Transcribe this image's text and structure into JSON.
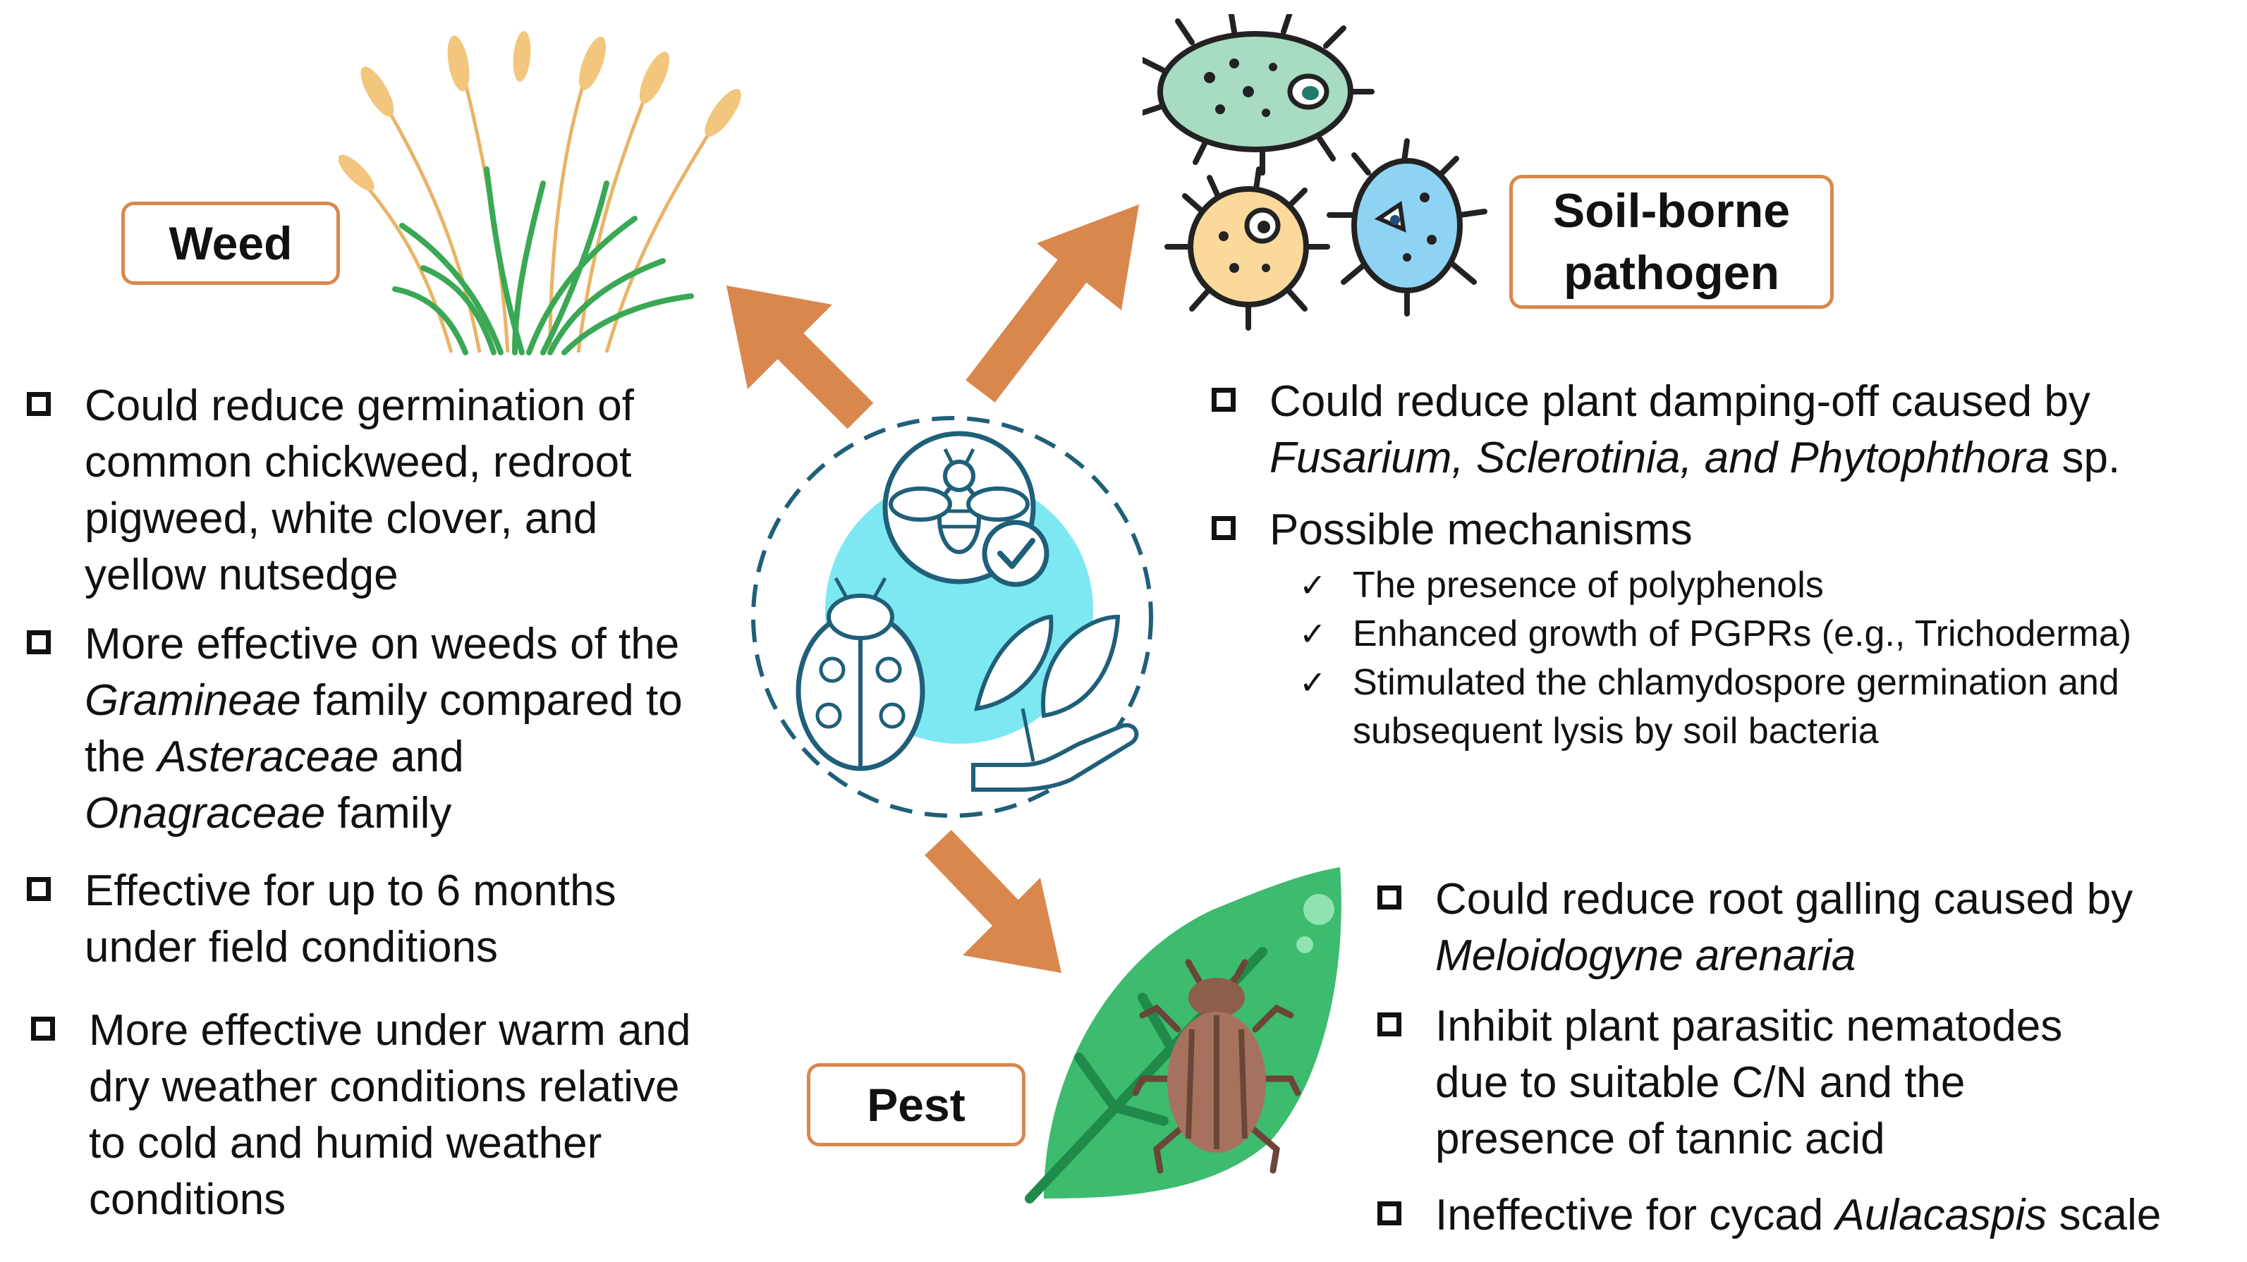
{
  "weed": {
    "label": "Weed",
    "items": [
      {
        "a": "Could reduce germination of common chickweed, redroot pigweed, white clover, and yellow nutsedge"
      },
      {
        "a": "More effective on weeds of the ",
        "i1": "Gramineae",
        "b": " family compared to the ",
        "i2": "Asteraceae",
        "c": " and ",
        "i3": "Onagraceae",
        "d": " family"
      },
      {
        "a": "Effective for up to 6 months under field conditions"
      },
      {
        "a": "More effective under warm and dry weather conditions relative to cold and humid weather conditions"
      }
    ]
  },
  "pathogen": {
    "label_line1": "Soil-borne",
    "label_line2": "pathogen",
    "item1_a": "Could reduce plant damping-off caused by",
    "item1_i": "Fusarium, Sclerotinia, and Phytophthora",
    "item1_b": " sp.",
    "item2": "Possible mechanisms",
    "mechanisms": [
      "The presence of polyphenols",
      "Enhanced growth of PGPRs (e.g., Trichoderma)",
      "Stimulated the chlamydospore germination and subsequent lysis by soil bacteria"
    ]
  },
  "pest": {
    "label": "Pest",
    "item1_a": "Could reduce root galling caused by",
    "item1_i": "Meloidogyne arenaria",
    "item2": "Inhibit plant parasitic nematodes due to suitable C/N and the presence of tannic acid",
    "item3_a": "Ineffective for cycad ",
    "item3_i": "Aulacaspis",
    "item3_b": " scale"
  },
  "colors": {
    "arrow": "#d9874d",
    "label_border": "#d9874d",
    "icon_blue": "#1f5f7a",
    "icon_fill": "#7ee8f2",
    "leaf_green": "#3dbb6e"
  },
  "icons": {
    "center": "integrated-pest-management-icon",
    "weed": "grass-illustration",
    "pathogen": "bacteria-illustration",
    "pest": "beetle-on-leaf-illustration"
  }
}
